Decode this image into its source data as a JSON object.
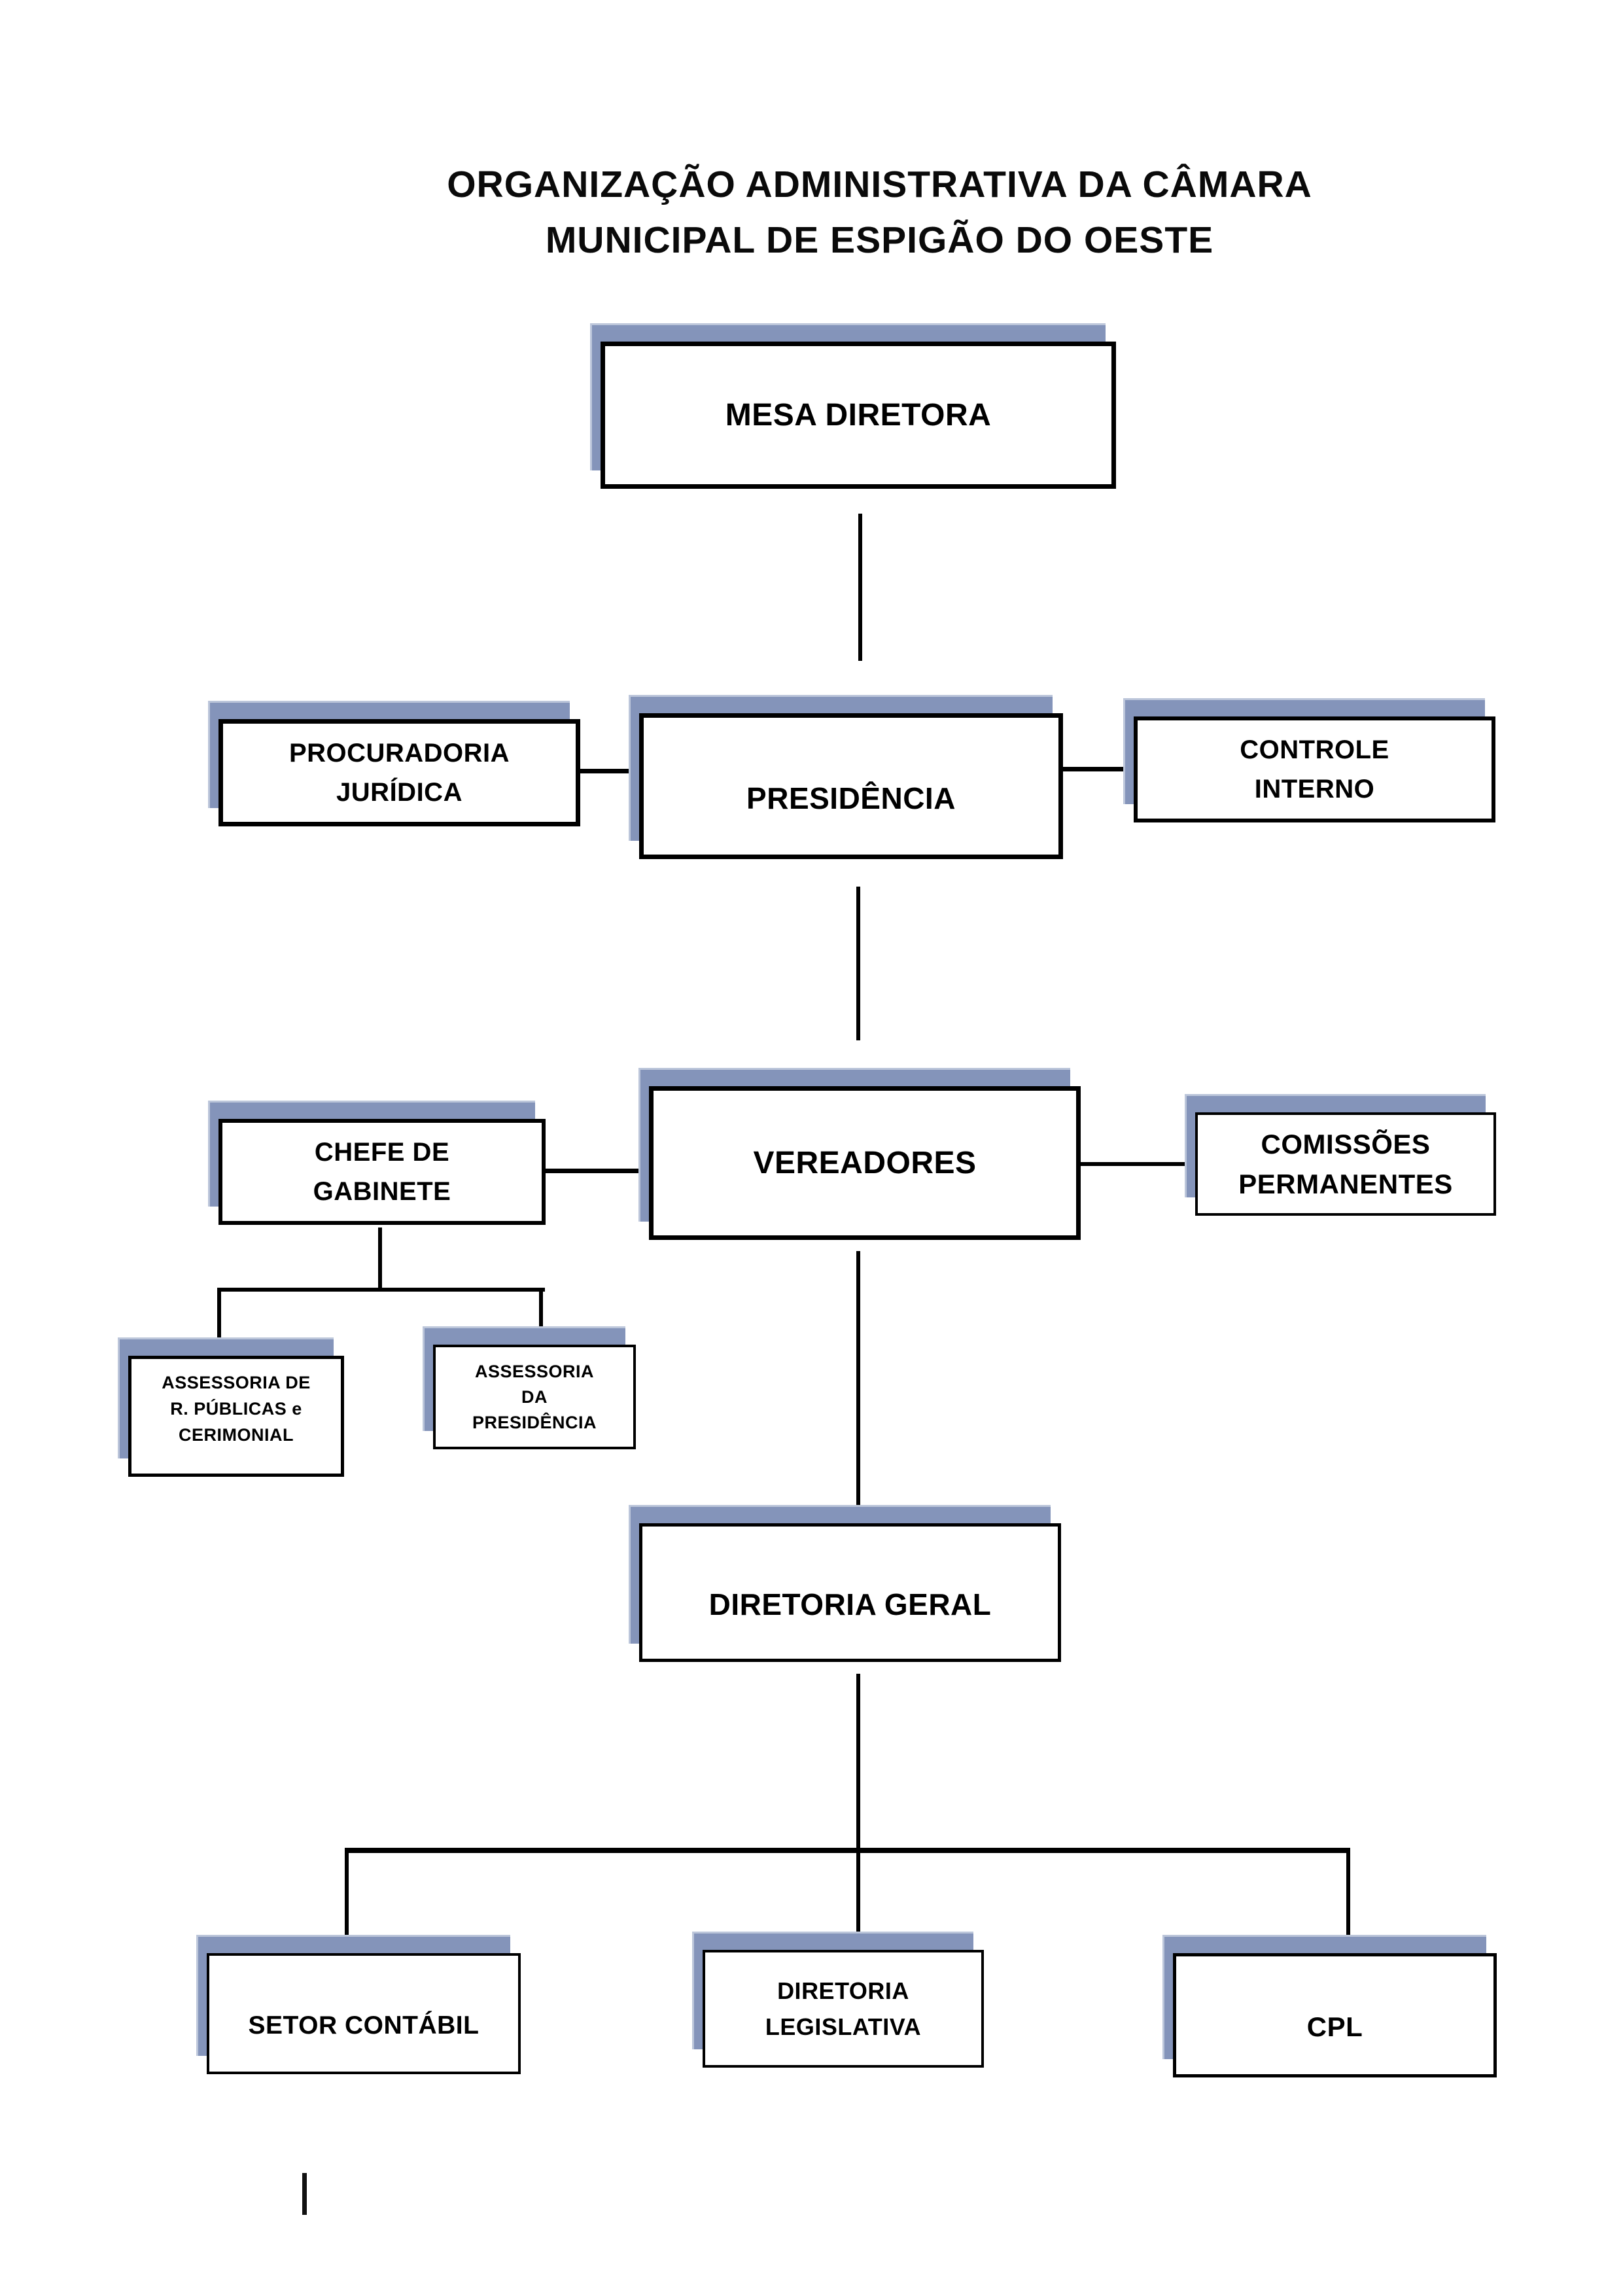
{
  "title": {
    "line1": "ORGANIZAÇÃO ADMINISTRATIVA DA CÂMARA",
    "line2": "MUNICIPAL DE ESPIGÃO DO OESTE"
  },
  "nodes": {
    "mesa_diretora": {
      "lines": [
        "MESA DIRETORA"
      ]
    },
    "procuradoria_juridica": {
      "lines": [
        "PROCURADORIA",
        "JURÍDICA"
      ]
    },
    "presidencia": {
      "lines": [
        "PRESIDÊNCIA"
      ]
    },
    "controle_interno": {
      "lines": [
        "CONTROLE",
        "INTERNO"
      ]
    },
    "chefe_gabinete": {
      "lines": [
        "CHEFE DE",
        "GABINETE"
      ]
    },
    "vereadores": {
      "lines": [
        "VEREADORES"
      ]
    },
    "comissoes_permanentes": {
      "lines": [
        "COMISSÕES",
        "PERMANENTES"
      ]
    },
    "assessoria_rp_cerimonial": {
      "lines": [
        "ASSESSORIA DE",
        "R. PÚBLICAS e",
        "CERIMONIAL"
      ]
    },
    "assessoria_presidencia": {
      "lines": [
        "ASSESSORIA",
        "DA",
        "PRESIDÊNCIA"
      ]
    },
    "diretoria_geral": {
      "lines": [
        "DIRETORIA GERAL"
      ]
    },
    "setor_contabil": {
      "lines": [
        "SETOR CONTÁBIL"
      ]
    },
    "diretoria_legislativa": {
      "lines": [
        "DIRETORIA",
        "LEGISLATIVA"
      ]
    },
    "cpl": {
      "lines": [
        "CPL"
      ]
    }
  },
  "colors": {
    "shadow": "#8494BA",
    "shadow_edge": "#BCC6DA",
    "line": "#000000",
    "box_background": "#FFFFFF",
    "text": "#000000"
  }
}
